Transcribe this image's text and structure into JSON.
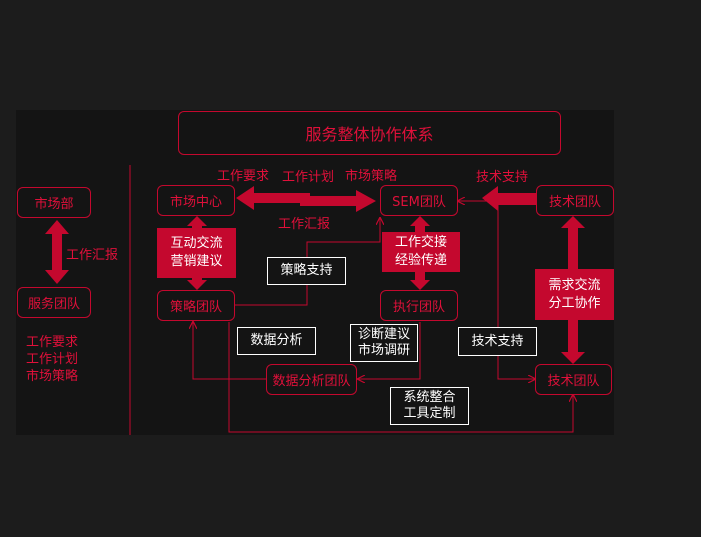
{
  "title": "服务整体协作体系",
  "nodes": {
    "market_dept": "市场部",
    "service_team": "服务团队",
    "market_center": "市场中心",
    "sem_team": "SEM团队",
    "tech_team_top": "技术团队",
    "strategy_team": "策略团队",
    "exec_team": "执行团队",
    "data_team": "数据分析团队",
    "tech_team_bottom": "技术团队"
  },
  "labels": {
    "work_report_left": "工作汇报",
    "left_list": [
      "工作要求",
      "工作计划",
      "市场策略"
    ],
    "work_req": "工作要求",
    "work_plan": "工作计划",
    "market_strategy": "市场策略",
    "tech_support_top": "技术支持",
    "work_report_mid": "工作汇报"
  },
  "red_blocks": {
    "interact": [
      "互动交流",
      "营销建议"
    ],
    "handover": [
      "工作交接",
      "经验传递"
    ],
    "needs": [
      "需求交流",
      "分工协作"
    ]
  },
  "white_boxes": {
    "strategy_support": "策略支持",
    "data_analysis": "数据分析",
    "diagnosis": [
      "诊断建议",
      "市场调研"
    ],
    "tech_support": "技术支持",
    "system": [
      "系统整合",
      "工具定制"
    ]
  },
  "colors": {
    "accent": "#c4082e",
    "text_red": "#e0103a",
    "background": "#1c1c1c",
    "panel": "#141414"
  }
}
